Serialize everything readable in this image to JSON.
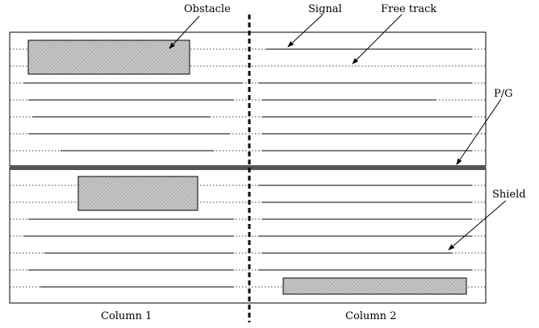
{
  "labels": {
    "obstacle": "Obstacle",
    "signal": "Signal",
    "free_track": "Free track",
    "pg": "P/G",
    "shield": "Shield",
    "column_1": "Column 1",
    "column_2": "Column 2"
  },
  "colors": {
    "pg_bar": "#555555",
    "obstacle_fill": "#b8b8b8"
  }
}
